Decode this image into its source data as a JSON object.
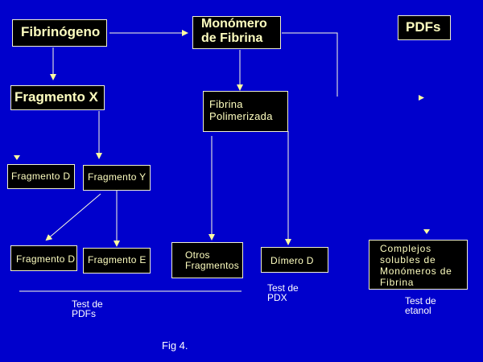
{
  "nodes": {
    "fibrinogeno": "Fibrinógeno",
    "monomero_l1": "Monómero",
    "monomero_l2": "de Fibrina",
    "pdfs": "PDFs",
    "fragmento_x": "Fragmento X",
    "fibrina_l1": "Fibrina",
    "fibrina_l2": "Polimerizada",
    "fragmento_d_1": "Fragmento D",
    "fragmento_y": "Fragmento Y",
    "fragmento_d_2": "Fragmento D",
    "fragmento_e": "Fragmento E",
    "otros_l1": "Otros",
    "otros_l2": "Fragmentos",
    "dimero_d": "Dímero D",
    "complejos_l1": "Complejos",
    "complejos_l2": "solubles de",
    "complejos_l3": "Monómeros de",
    "complejos_l4": "Fibrina"
  },
  "labels": {
    "test_pdfs_l1": "Test de",
    "test_pdfs_l2": "PDFs",
    "test_pdx_l1": "Test de",
    "test_pdx_l2": "PDX",
    "test_etanol_l1": "Test de",
    "test_etanol_l2": "etanol",
    "figure": "Fig 4."
  },
  "colors": {
    "background": "#0000cc",
    "box_fill": "#000000",
    "box_text": "#ffffc0",
    "line": "#ffffe0"
  }
}
